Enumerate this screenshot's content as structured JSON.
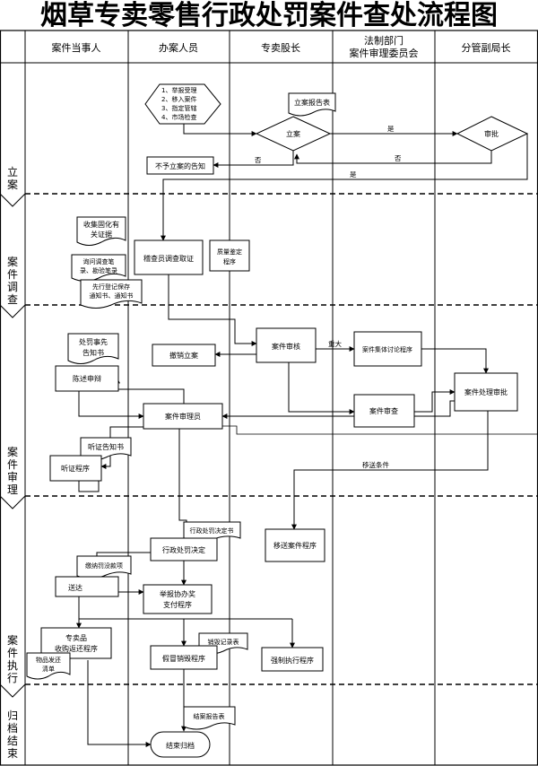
{
  "title": "烟草专卖零售行政处罚案件查处流程图",
  "lanes": {
    "party": "案件当事人",
    "handler": "办案人员",
    "section_chief": "专卖股长",
    "legal_line1": "法制部门",
    "legal_line2": "案件审理委员会",
    "deputy": "分管副局长"
  },
  "phases": {
    "p1": [
      "立",
      "案"
    ],
    "p2": [
      "案",
      "件",
      "调",
      "查"
    ],
    "p3": [
      "案",
      "件",
      "审",
      "理"
    ],
    "p4": [
      "案",
      "件",
      "执",
      "行"
    ],
    "p5": [
      "归",
      "档",
      "结",
      "束"
    ]
  },
  "nodes": {
    "source": [
      "1、举报受理",
      "2、移入案件",
      "3、指定管辖",
      "4、市场检查"
    ],
    "filing_report": "立案报告表",
    "filing": "立案",
    "approve": "审批",
    "no_filing_notice": "不予立案的告知",
    "evidence_doc": [
      "收集固化有",
      "关证据"
    ],
    "interview_doc": [
      "询问调查笔",
      "录、勘验笔录"
    ],
    "preserve_doc": [
      "先行登记保存",
      "通知书、通知书"
    ],
    "investigate": "稽查员调查取证",
    "quality": [
      "质量鉴定",
      "程序"
    ],
    "prior_notice": [
      "处罚事先",
      "告知书"
    ],
    "cancel_case": "撤销立案",
    "case_review": "案件审核",
    "collective": "案件集体讨论程序",
    "statement": "陈述申辩",
    "case_examiner": "案件审理员",
    "case_audit": "案件审查",
    "case_approval": "案件处理审批",
    "hearing_notice": "听证告知书",
    "hearing": "听证程序",
    "penalty_doc": "行政处罚决定书",
    "penalty": "行政处罚决定",
    "transfer": "移送案件程序",
    "pay_doc": "缴纳罚没款项",
    "delivery": "送达",
    "reward": [
      "举报协办奖",
      "支付程序"
    ],
    "purchase": [
      "专卖品",
      "收购返还程序"
    ],
    "goods_doc": [
      "物品发还",
      "清单"
    ],
    "destroy_doc": "销毁记录表",
    "destroy": "假冒销毁程序",
    "enforce": "强制执行程序",
    "close_doc": "结案报告表",
    "close": "结束归档"
  },
  "edge_labels": {
    "yes": "是",
    "no": "否",
    "major": "重大",
    "transfer_cond": "移送条件"
  }
}
